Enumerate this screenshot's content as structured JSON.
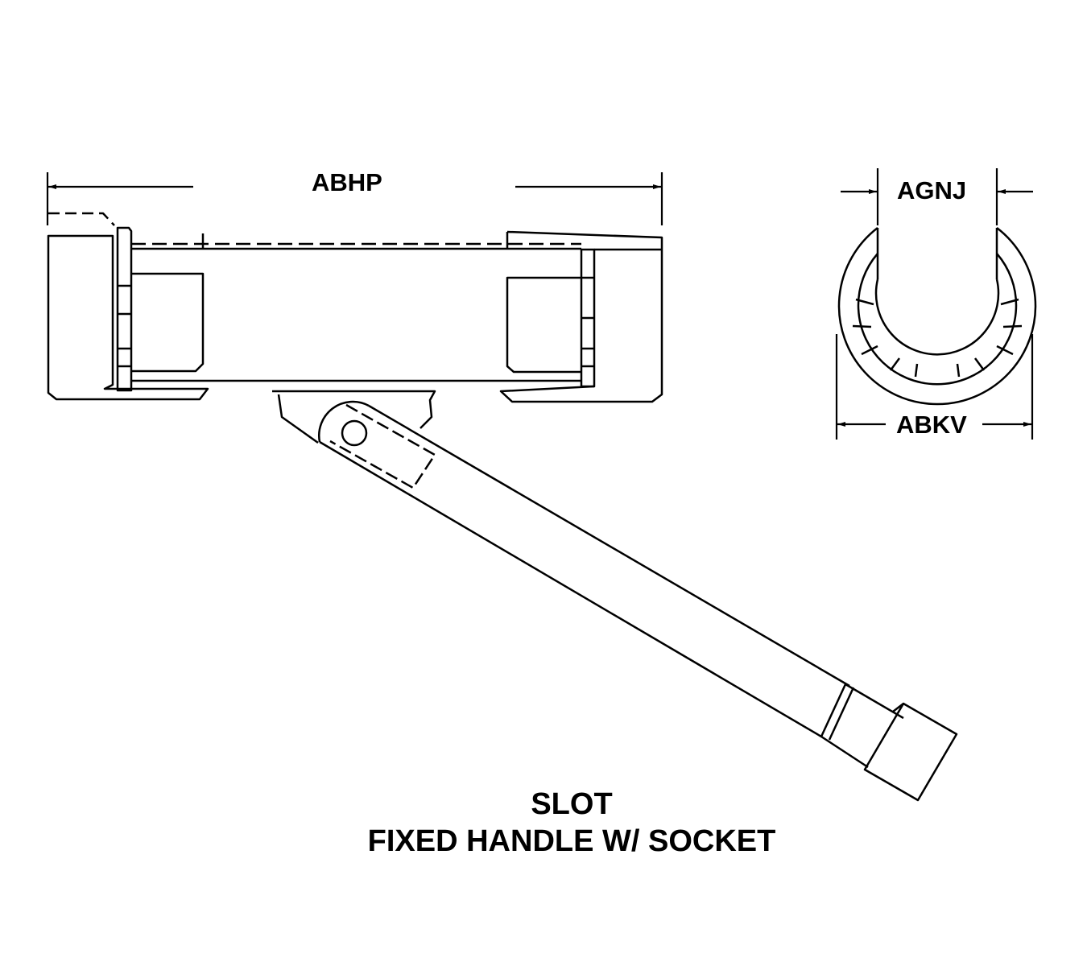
{
  "dimensions": {
    "overall_length": "ABHP",
    "slot_width": "AGNJ",
    "outside_diameter": "ABKV"
  },
  "caption": {
    "line1": "SLOT",
    "line2": "FIXED HANDLE W/ SOCKET"
  },
  "colors": {
    "ink": "#000000",
    "paper": "#ffffff"
  }
}
